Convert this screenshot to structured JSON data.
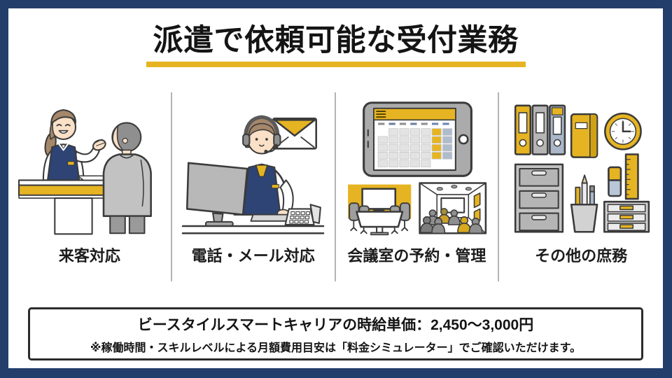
{
  "title": {
    "text": "派遣で依頼可能な受付業務"
  },
  "columns": [
    {
      "label": "来客対応",
      "illustration": "visitor-reception"
    },
    {
      "label": "電話・メール対応",
      "illustration": "phone-email"
    },
    {
      "label": "会議室の予約・管理",
      "illustration": "meeting-room-booking"
    },
    {
      "label": "その他の庶務",
      "illustration": "office-supplies"
    }
  ],
  "footer": {
    "line1": "ビースタイルスマートキャリアの時給単価：2,450～3,000円",
    "line2": "※稼働時間・スキルレベルによる月額費用目安は「料金シミュレーター」でご確認いただけます。"
  },
  "colors": {
    "frame_navy": "#233e6b",
    "accent_yellow": "#e6b422",
    "divider_gray": "#b5b5b5",
    "vest_navy": "#2e4475",
    "box_border": "#2b2b2b"
  }
}
